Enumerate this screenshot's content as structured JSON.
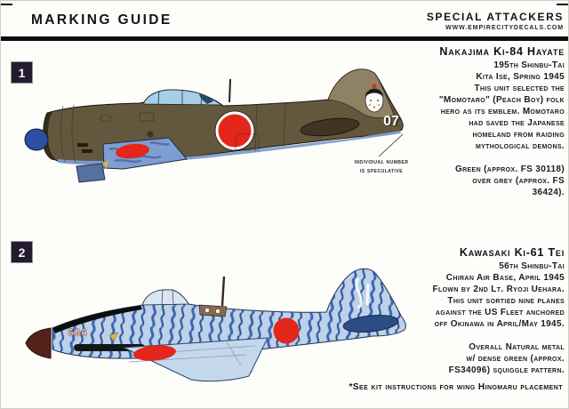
{
  "header": {
    "left_title": "Marking Guide",
    "right_title": "Special Attackers",
    "website": "www.empirecitydecals.com"
  },
  "sections": [
    {
      "badge": "1",
      "title": "Nakajima Ki-84 Hayate",
      "lines": [
        "195th Shinbu-Tai",
        "Kita Ise, Spring 1945",
        "This unit selected the",
        "\"Momotaro\" (Peach Boy) folk",
        "hero as its emblem. Momotaro",
        "had saved the Japanese",
        "homeland from raiding",
        "mythological demons."
      ],
      "paint_lines": [
        "Green (approx. FS 30118)",
        "over grey (approx. FS",
        "36424)."
      ],
      "tail_number": "07",
      "callout_line1": "individual number",
      "callout_line2": "is speculative"
    },
    {
      "badge": "2",
      "title": "Kawasaki Ki-61 Tei",
      "lines": [
        "56th Shinbu-Tai",
        "Chiran Air Base, April 1945",
        "Flown by 2nd Lt. Ryoji Uehara.",
        "This unit sortied nine planes",
        "against the US Fleet anchored",
        "off Okinawa in April/May 1945."
      ],
      "paint_lines": [
        "Overall Natural metal",
        "w/ dense green (approx.",
        "FS34096) squiggle pattern."
      ],
      "nose_number": "696"
    }
  ],
  "footer": {
    "note": "*See kit instructions for wing Hinomaru placement"
  },
  "colors": {
    "hinomaru_red": "#e4261b",
    "plane1_olive": "#63583e",
    "plane1_fin_khaki": "#8f8164",
    "underside_blue": "#7e9dd1",
    "spinner_blue": "#2a4fa3",
    "plane2_base": "#bdd2e9",
    "squiggle_blue": "#2e59a6",
    "spinner_maroon": "#55211b",
    "ink": "#14141c"
  }
}
